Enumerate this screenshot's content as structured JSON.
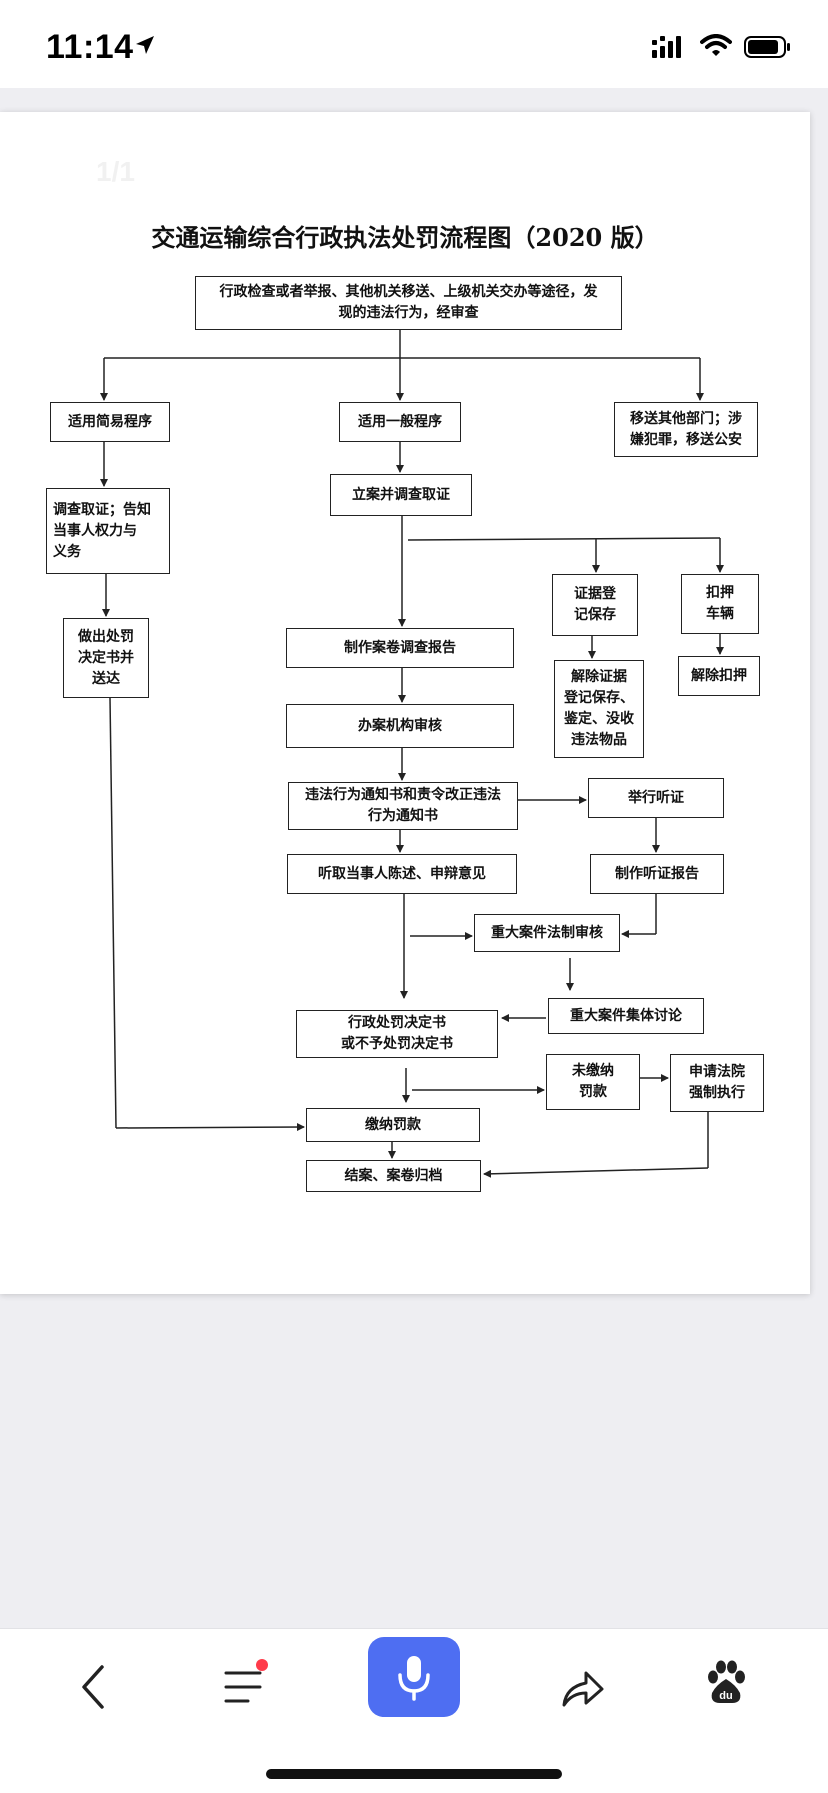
{
  "status_bar": {
    "time": "11:14"
  },
  "document": {
    "page_indicator": "1/1",
    "title": "交通运输综合行政执法处罚流程图（2020 版）",
    "boxes": {
      "start": "行政检查或者举报、其他机关移送、上级机关交办等途径，发\n现的违法行为，经审查",
      "simple": "适用简易程序",
      "general": "适用一般程序",
      "transfer": "移送其他部门；涉\n嫌犯罪，移送公安",
      "investigate_notify": "调查取证；告知\n当事人权力与\n义务",
      "file_case": "立案并调查取证",
      "decide_deliver": "做出处罚\n决定书并\n送达",
      "evidence_save": "证据登\n记保存",
      "seize_vehicle": "扣押\n车辆",
      "report": "制作案卷调查报告",
      "release_evidence": "解除证据\n登记保存、\n鉴定、没收\n违法物品",
      "release_seizure": "解除扣押",
      "agency_review": "办案机构审核",
      "notice": "违法行为通知书和责令改正违法\n行为通知书",
      "hearing": "举行听证",
      "statements": "听取当事人陈述、申辩意见",
      "hearing_report": "制作听证报告",
      "legal_review": "重大案件法制审核",
      "collective": "重大案件集体讨论",
      "decision": "行政处罚决定书\n或不予处罚决定书",
      "unpaid": "未缴纳\n罚款",
      "court": "申请法院\n强制执行",
      "pay": "缴纳罚款",
      "close": "结案、案卷归档"
    }
  },
  "bottom_nav": {
    "icons": [
      "back-icon",
      "menu-icon",
      "microphone-icon",
      "share-icon",
      "baidu-paw-icon"
    ],
    "accent_color": "#4e6ef2",
    "badge_color": "#ff3b4a"
  }
}
